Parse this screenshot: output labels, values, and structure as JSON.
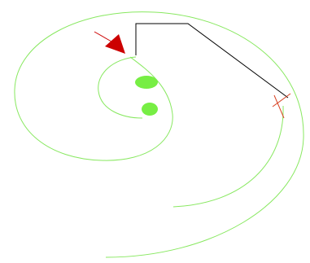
{
  "diagram": {
    "background": "#ffffff",
    "colors": {
      "spiral": "#88e860",
      "guide_line": "#000000",
      "arrow": "#cc0000",
      "cross": "#d84020",
      "fill": "#77ee44"
    },
    "icons": {
      "arrow": "arrow-icon",
      "cross": "cross-marker-icon"
    },
    "elements": [
      "outer-spiral",
      "inner-spiral",
      "guide-polyline",
      "direction-arrow",
      "cross-marker",
      "upper-oval",
      "lower-oval"
    ]
  }
}
